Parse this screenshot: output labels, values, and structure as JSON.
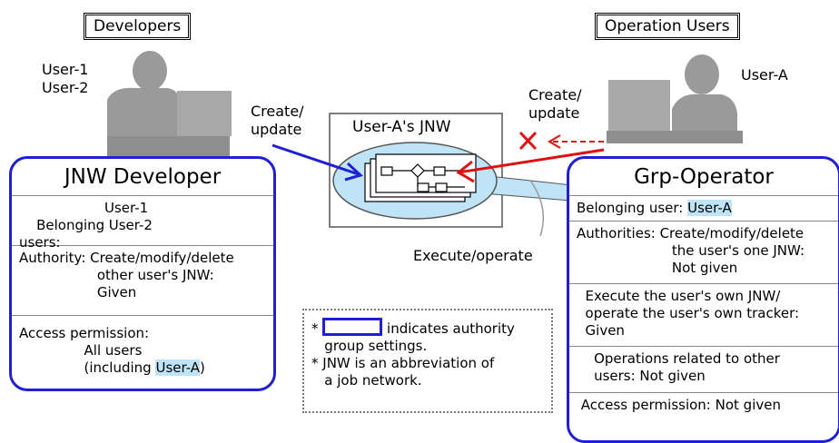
{
  "developers_label": "Developers",
  "operation_users_label": "Operation Users",
  "dev_users": [
    "User-1",
    "User-2"
  ],
  "op_user": "User-A",
  "create_update_left": [
    "Create/",
    "update"
  ],
  "create_update_right": [
    "Create/",
    "update"
  ],
  "jnw_title": "User-A's JNW",
  "execute_operate": "Execute/operate",
  "jnw_developer": {
    "title": "JNW Developer",
    "belonging_label": "Belonging\nusers:",
    "belonging_users": "User-1\n User-2",
    "authority": "Authority: Create/modify/delete\n                  other user's JNW:\n                  Given",
    "access_prefix": "Access permission:\n               All users\n               (including ",
    "access_user": "User-A",
    "access_suffix": ")"
  },
  "grp_operator": {
    "title": "Grp-Operator",
    "belonging_label": "Belonging user: ",
    "belonging_user": "User-A",
    "authorities": "Authorities: Create/modify/delete\n                      the user's one JNW:\n                      Not given",
    "execute": "  Execute the user's own JNW/\n  operate the user's own tracker:\n  Given",
    "operations": "    Operations related to other\n    users: Not given",
    "access": " Access permission: Not given"
  },
  "note": {
    "line1_prefix": "* ",
    "line1_suffix": " indicates authority",
    "line2": "   group settings.",
    "line3": "* JNW is an abbreviation of",
    "line4": "   a job network."
  }
}
